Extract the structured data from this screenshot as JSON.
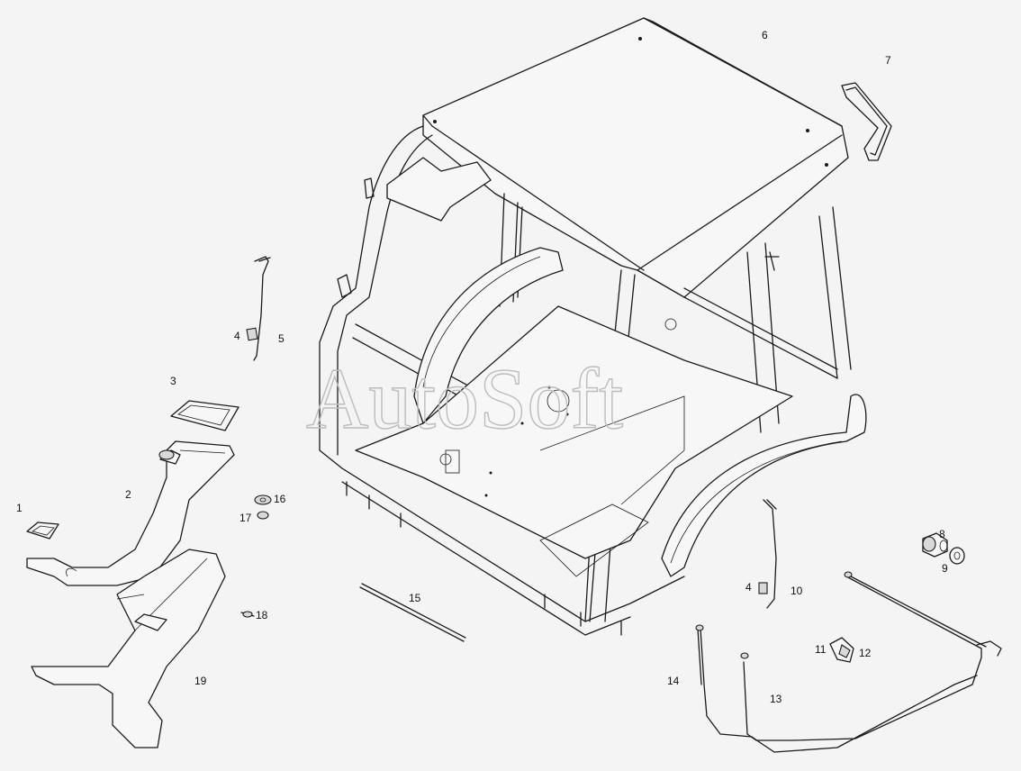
{
  "watermark": "AutoSoft",
  "callouts": [
    "1",
    "2",
    "3",
    "4",
    "5",
    "6",
    "7",
    "8",
    "9",
    "10",
    "11",
    "12",
    "13",
    "14",
    "15",
    "16",
    "17",
    "18",
    "19",
    "4"
  ]
}
